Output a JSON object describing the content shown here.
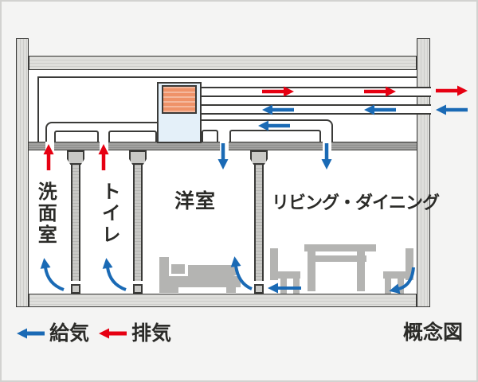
{
  "diagram": {
    "type": "home-ventilation-concept-cross-section",
    "rooms": [
      {
        "id": "washroom",
        "label": "洗面室"
      },
      {
        "id": "toilet",
        "label": "トイレ"
      },
      {
        "id": "western_room",
        "label": "洋室"
      },
      {
        "id": "living_dining",
        "label": "リビング・ダイニング"
      }
    ],
    "legend": [
      {
        "id": "supply",
        "label": "給気",
        "color": "#1a6ab5",
        "arrow": "left-blue"
      },
      {
        "id": "exhaust",
        "label": "排気",
        "color": "#e60012",
        "arrow": "left-red"
      }
    ],
    "caption": "概念図",
    "equipment": [
      {
        "id": "ventilation_unit",
        "label": "",
        "color": "#ef9268"
      }
    ],
    "airflows": [
      {
        "id": "exhaust-to-outside",
        "color": "#e60012",
        "direction": "right-out-through-wall"
      },
      {
        "id": "supply-from-outside",
        "color": "#1a6ab5",
        "direction": "left-in-through-wall"
      },
      {
        "id": "exhaust-up-washroom",
        "color": "#e60012",
        "direction": "up-through-ceiling"
      },
      {
        "id": "exhaust-up-toilet",
        "color": "#e60012",
        "direction": "up-through-ceiling"
      },
      {
        "id": "supply-down-western-room",
        "color": "#1a6ab5",
        "direction": "down-through-ceiling"
      },
      {
        "id": "supply-down-living-dining",
        "color": "#1a6ab5",
        "direction": "down-through-ceiling"
      },
      {
        "id": "undercut-flow-washroom",
        "color": "#1a6ab5",
        "direction": "up-under-door"
      },
      {
        "id": "undercut-flow-toilet",
        "color": "#1a6ab5",
        "direction": "up-under-door"
      },
      {
        "id": "undercut-flow-western-room",
        "color": "#1a6ab5",
        "direction": "up-under-door"
      },
      {
        "id": "floor-flow-living",
        "color": "#1a6ab5",
        "direction": "left-along-floor"
      },
      {
        "id": "down-flow-living-right",
        "color": "#1a6ab5",
        "direction": "down-left-curve"
      }
    ]
  },
  "colors": {
    "background": "#f4f4f3",
    "frame_border": "#d2d2d0",
    "wall_fill": "#dfdfdc",
    "wall_outline": "#3a3a38",
    "ceiling_gray": "#a2a2a0",
    "partition_gray": "#c9c9c6",
    "chamber_fill": "#e4f0f9",
    "unit_orange": "#ef9268",
    "furniture_gray": "#b4b4b2",
    "supply_blue": "#1a6ab5",
    "exhaust_red": "#e60012",
    "text": "#2b2b28"
  }
}
